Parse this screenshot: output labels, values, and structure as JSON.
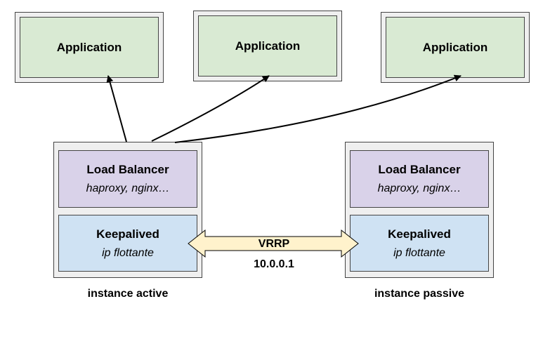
{
  "applications": [
    {
      "label": "Application"
    },
    {
      "label": "Application"
    },
    {
      "label": "Application"
    }
  ],
  "instances": [
    {
      "load_balancer": {
        "title": "Load Balancer",
        "subtitle": "haproxy, nginx…"
      },
      "keepalived": {
        "title": "Keepalived",
        "subtitle": "ip flottante"
      },
      "caption": "instance active"
    },
    {
      "load_balancer": {
        "title": "Load Balancer",
        "subtitle": "haproxy, nginx…"
      },
      "keepalived": {
        "title": "Keepalived",
        "subtitle": "ip flottante"
      },
      "caption": "instance passive"
    }
  ],
  "vrrp": {
    "label": "VRRP",
    "ip": "10.0.0.1"
  },
  "colors": {
    "application": "#d9ead3",
    "load_balancer": "#d9d2e9",
    "keepalived": "#cfe2f3",
    "vrrp_arrow": "#fff2cc",
    "container": "#efefef"
  }
}
